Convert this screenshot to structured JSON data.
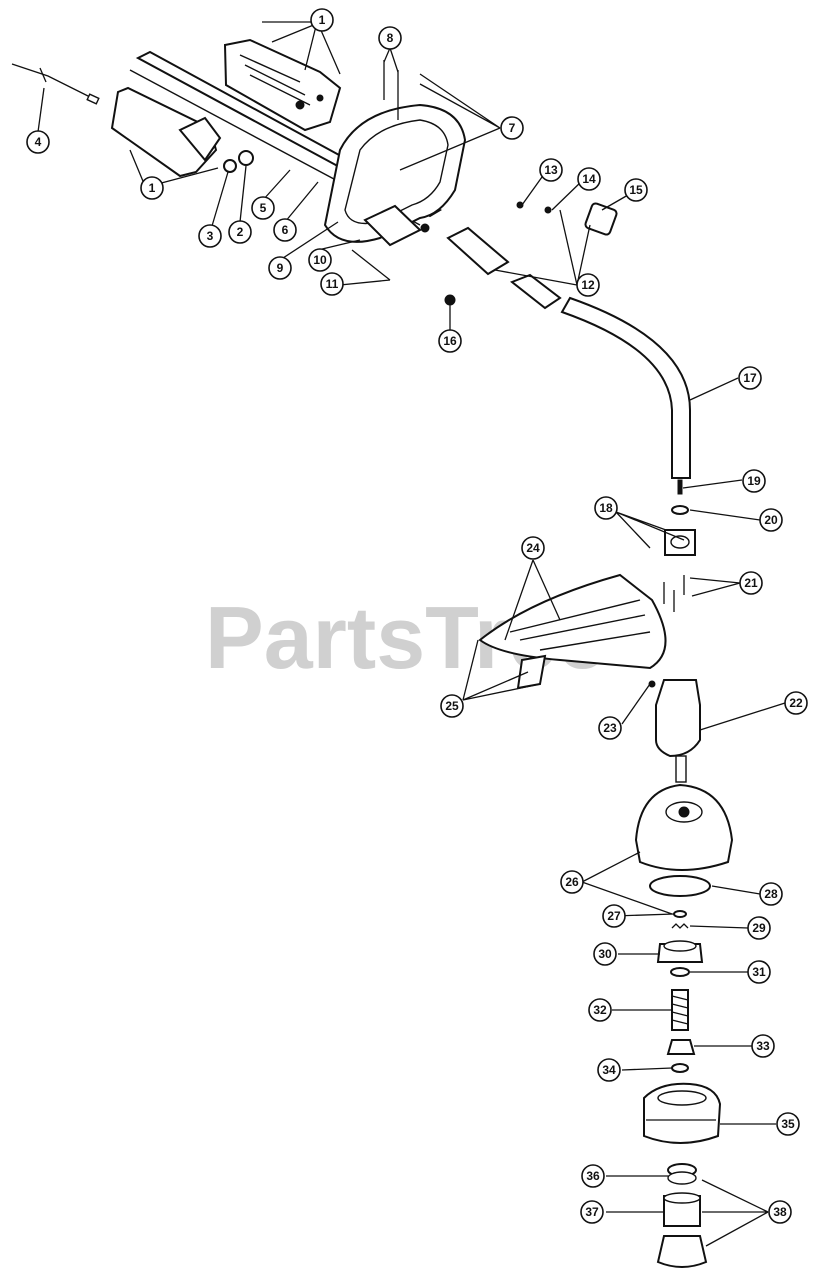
{
  "watermark": "PartsTree",
  "callouts": [
    "1",
    "1",
    "2",
    "3",
    "4",
    "5",
    "6",
    "7",
    "8",
    "9",
    "10",
    "11",
    "12",
    "13",
    "14",
    "15",
    "16",
    "17",
    "18",
    "19",
    "20",
    "21",
    "22",
    "23",
    "24",
    "25",
    "26",
    "27",
    "28",
    "29",
    "30",
    "31",
    "32",
    "33",
    "34",
    "35",
    "36",
    "37",
    "38"
  ]
}
